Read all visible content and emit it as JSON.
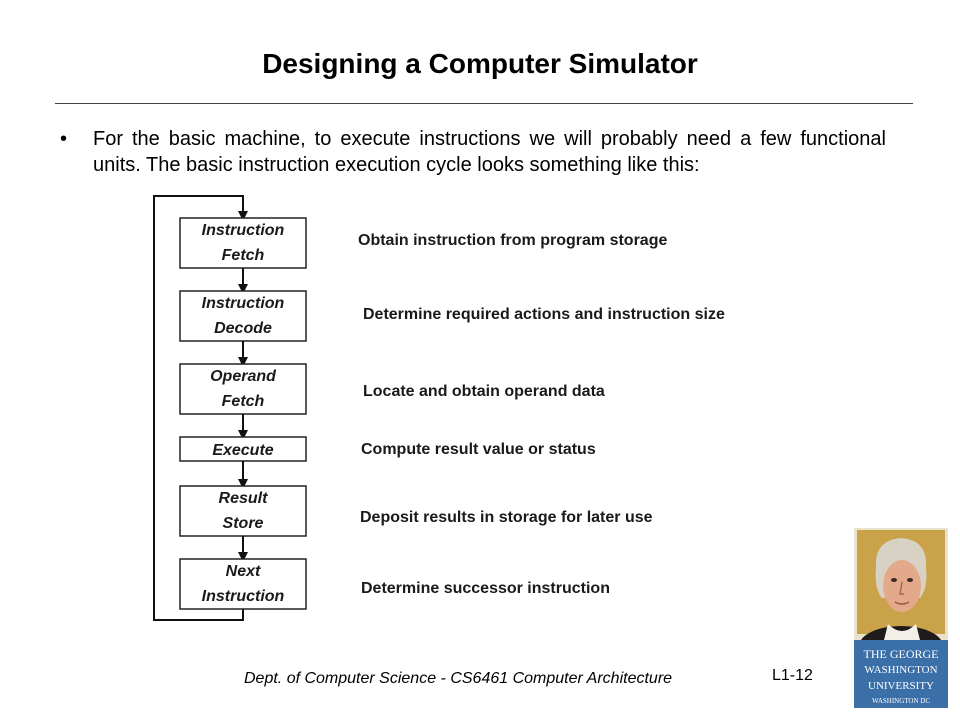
{
  "slide": {
    "title": "Designing a Computer Simulator",
    "bullet_marker": "•",
    "bullet_text": "For the basic machine, to execute instructions we will probably need a few functional units.  The basic instruction execution cycle looks something like this:"
  },
  "steps": [
    {
      "lines": [
        "Instruction",
        "Fetch"
      ],
      "description": "Obtain instruction from program storage"
    },
    {
      "lines": [
        "Instruction",
        "Decode"
      ],
      "description": "Determine required actions and instruction size"
    },
    {
      "lines": [
        "Operand",
        "Fetch"
      ],
      "description": "Locate and obtain operand data"
    },
    {
      "lines": [
        "Execute"
      ],
      "description": "Compute result value or status"
    },
    {
      "lines": [
        "Result",
        "Store"
      ],
      "description": "Deposit results in storage for later use"
    },
    {
      "lines": [
        "Next",
        "Instruction"
      ],
      "description": "Determine successor instruction"
    }
  ],
  "footer": {
    "course": "Dept. of Computer Science - CS6461 Computer Architecture",
    "page": "L1-12"
  },
  "logo": {
    "lines": [
      "THE GEORGE",
      "WASHINGTON",
      "UNIVERSITY",
      "WASHINGTON DC"
    ],
    "band_color": "#3b6fa8",
    "icon": "george-washington-portrait-icon"
  }
}
